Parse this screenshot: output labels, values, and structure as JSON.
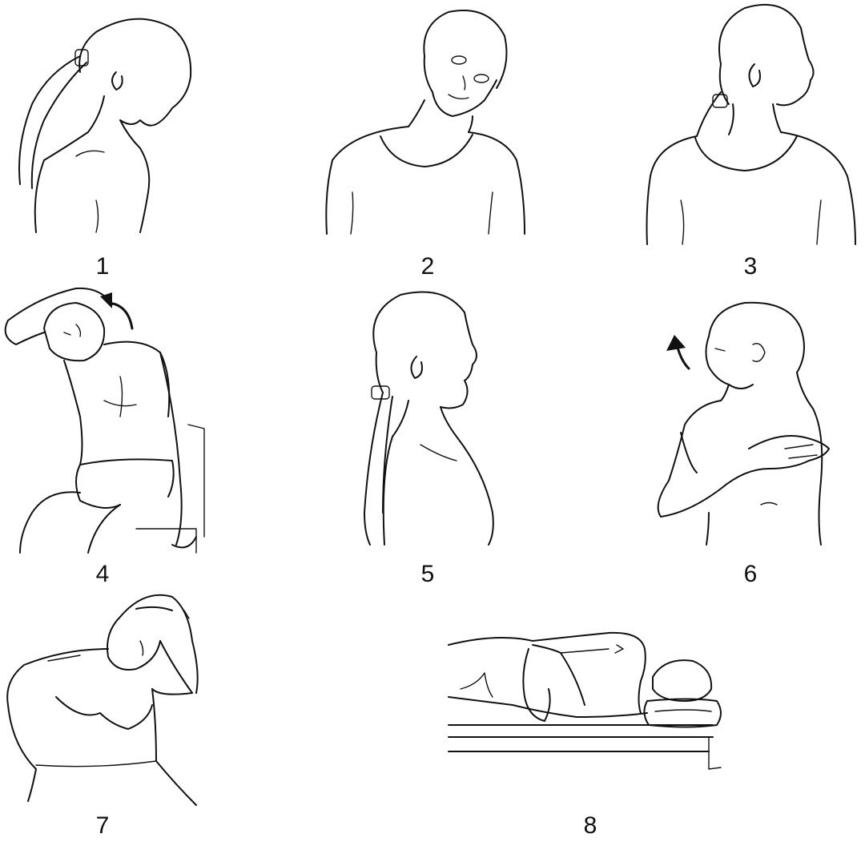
{
  "figures": [
    {
      "label": "1"
    },
    {
      "label": "2"
    },
    {
      "label": "3"
    },
    {
      "label": "4"
    },
    {
      "label": "5"
    },
    {
      "label": "6"
    },
    {
      "label": "7"
    },
    {
      "label": "8"
    }
  ]
}
